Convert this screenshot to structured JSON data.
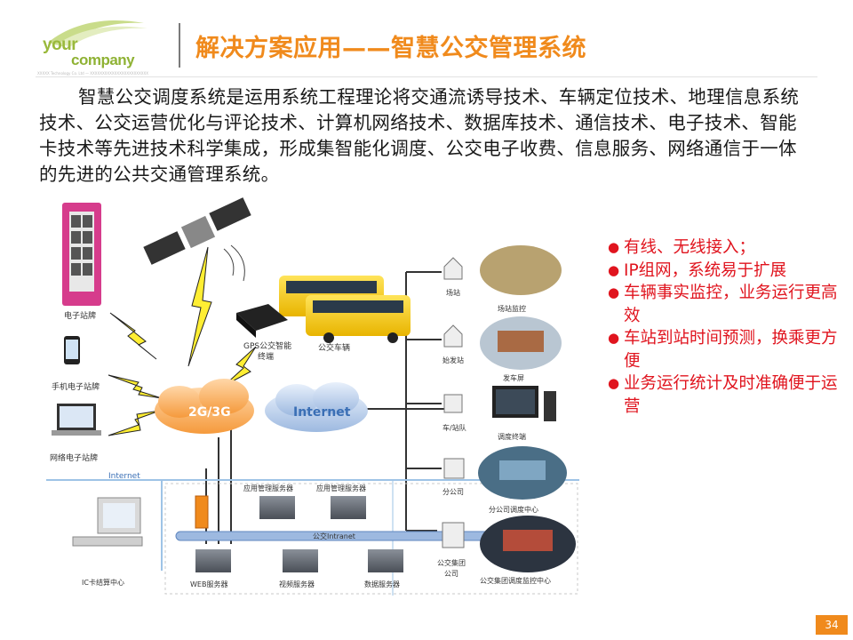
{
  "logo": {
    "line1": "your",
    "line2": "company",
    "fine_print": "XXXXX Technology Co. Ltd — XXXXXXXXXXXXXXXXXXXXXXXX"
  },
  "title": "解决方案应用——智慧公交管理系统",
  "intro": "智慧公交调度系统是运用系统工程理论将交通流诱导技术、车辆定位技术、地理信息系统技术、公交运营优化与评论技术、计算机网络技术、数据库技术、通信技术、电子技术、智能卡技术等先进技术科学集成，形成集智能化调度、公交电子收费、信息服务、网络通信于一体的先进的公共交通管理系统。",
  "diagram": {
    "e_stop": "电子站牌",
    "mobile_stop": "手机电子站牌",
    "web_stop": "网络电子站牌",
    "gps_terminal_1": "GPS公交智能",
    "gps_terminal_2": "终端",
    "bus": "公交车辆",
    "cloud_2g3g": "2G/3G",
    "cloud_internet": "Internet",
    "internet_bar": "Internet",
    "app_server_1": "应用管理服务器",
    "app_server_2": "应用管理服务器",
    "lan": "公交Intranet",
    "ic_center": "IC卡结算中心",
    "web_server": "WEB服务器",
    "video_server": "视频服务器",
    "data_server": "数据服务器",
    "yard": "场站",
    "yard_monitor": "场站监控",
    "terminus": "始发站",
    "display": "发车屏",
    "fleet": "车/站队",
    "dispatch_terminal": "调度终端",
    "branch": "分公司",
    "branch_center": "分公司调度中心",
    "group_1": "公交集团",
    "group_2": "公司",
    "group_center": "公交集团调度监控中心"
  },
  "bullets": [
    "有线、无线接入；",
    "IP组网，系统易于扩展",
    "车辆事实监控，业务运行更高效",
    "车站到站时间预测，换乘更方便",
    "业务运行统计及时准确便于运营"
  ],
  "page_number": "34",
  "colors": {
    "accent": "#f08a1c",
    "bullet": "#e0141e",
    "logo_green": "#9ab93c"
  }
}
